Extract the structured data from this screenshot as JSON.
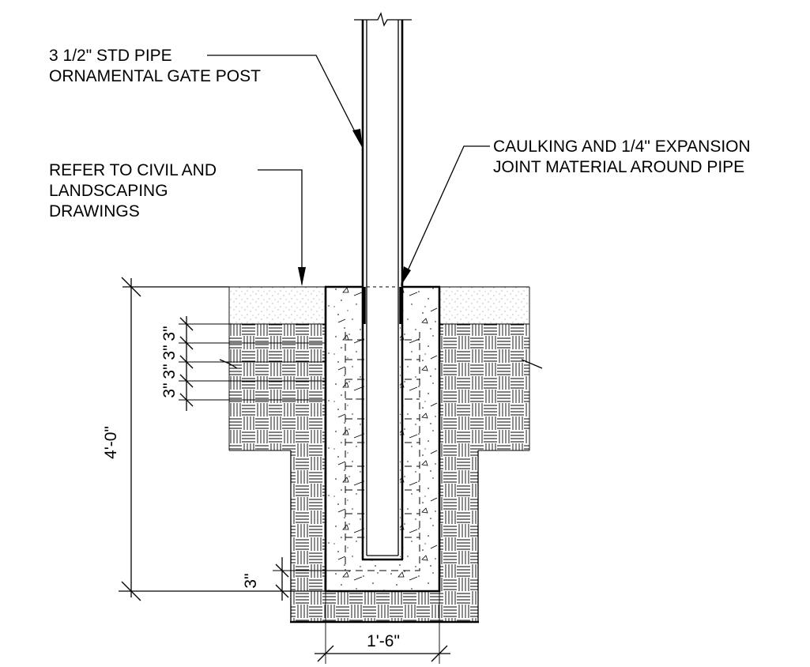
{
  "drawing": {
    "notes": {
      "pipe": [
        "3 1/2\" STD PIPE",
        "ORNAMENTAL GATE POST"
      ],
      "caulking": [
        "CAULKING AND 1/4\" EXPANSION",
        "JOINT MATERIAL AROUND PIPE"
      ],
      "civil": [
        "REFER TO CIVIL AND",
        "LANDSCAPING",
        "DRAWINGS"
      ]
    },
    "dimensions": {
      "depth": "4'-0\"",
      "width": "1'-6\"",
      "bottom_cover": "3\"",
      "spacing_a": "3\"",
      "spacing_b": "3\"",
      "spacing_c": "3\"",
      "spacing_d": "3\""
    }
  }
}
